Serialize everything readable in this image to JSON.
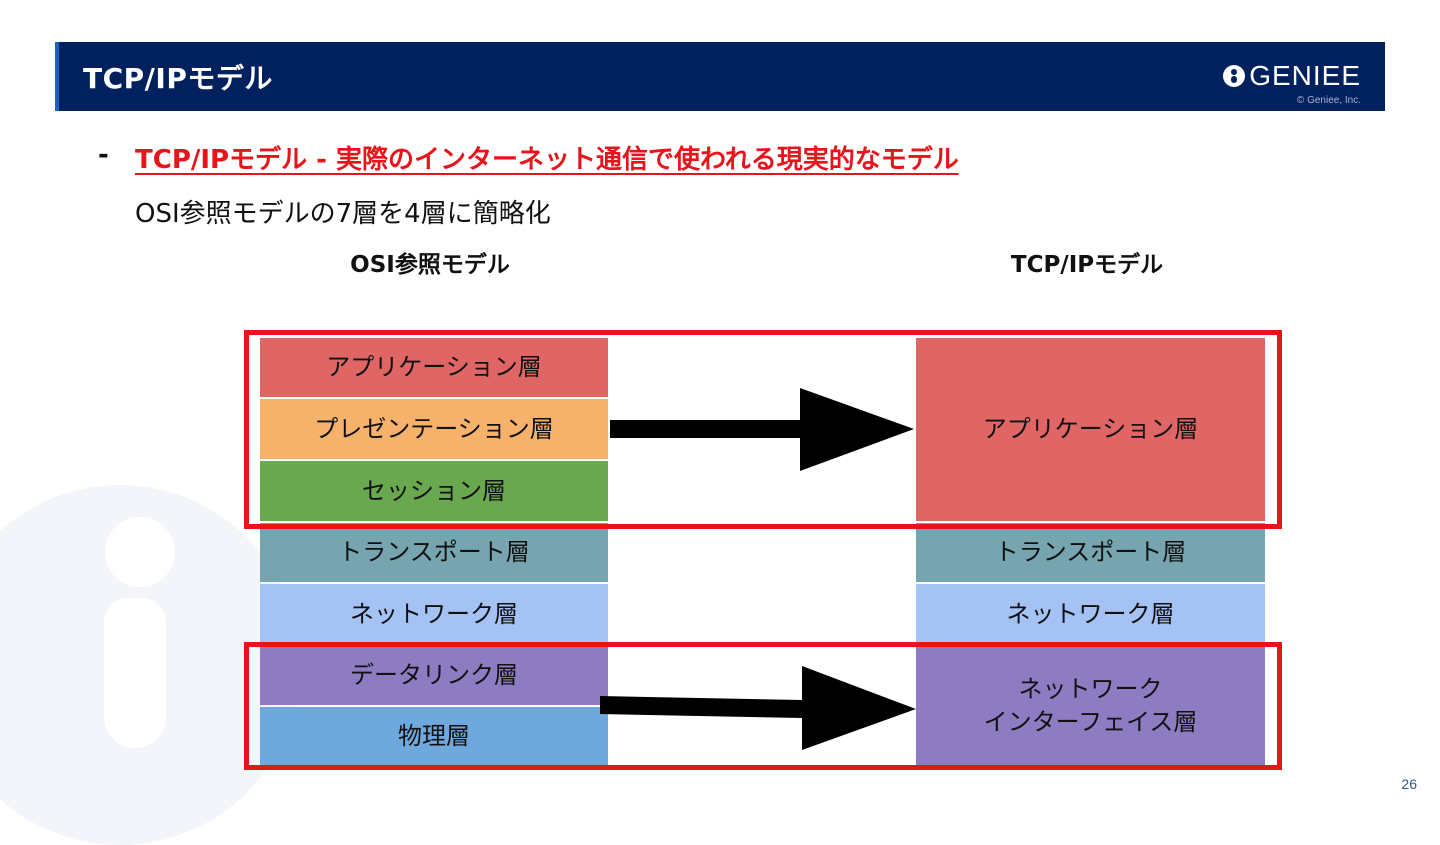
{
  "header": {
    "title": "TCP/IPモデル",
    "logo": "GENIEE",
    "copyright": "© Geniee, Inc."
  },
  "content": {
    "bullet": "-",
    "headline": "TCP/IPモデル - 実際のインターネット通信で使われる現実的なモデル",
    "subline": "OSI参照モデルの7層を4層に簡略化"
  },
  "osi": {
    "heading": "OSI参照モデル",
    "layers": [
      {
        "label": "アプリケーション層",
        "color": "#e06666"
      },
      {
        "label": "プレゼンテーション層",
        "color": "#f6b26b"
      },
      {
        "label": "セッション層",
        "color": "#6aa84f"
      },
      {
        "label": "トランスポート層",
        "color": "#76a5af"
      },
      {
        "label": "ネットワーク層",
        "color": "#a4c2f4"
      },
      {
        "label": "データリンク層",
        "color": "#8e7cc3"
      },
      {
        "label": "物理層",
        "color": "#6fa8dc"
      }
    ]
  },
  "tcpip": {
    "heading": "TCP/IPモデル",
    "layers": [
      {
        "label": "アプリケーション層",
        "color": "#e06666"
      },
      {
        "label": "トランスポート層",
        "color": "#76a5af"
      },
      {
        "label": "ネットワーク層",
        "color": "#a4c2f4"
      },
      {
        "label": "ネットワーク\nインターフェイス層",
        "color": "#8e7cc3"
      }
    ]
  },
  "highlight_color": "#e8141c",
  "page_number": "26"
}
